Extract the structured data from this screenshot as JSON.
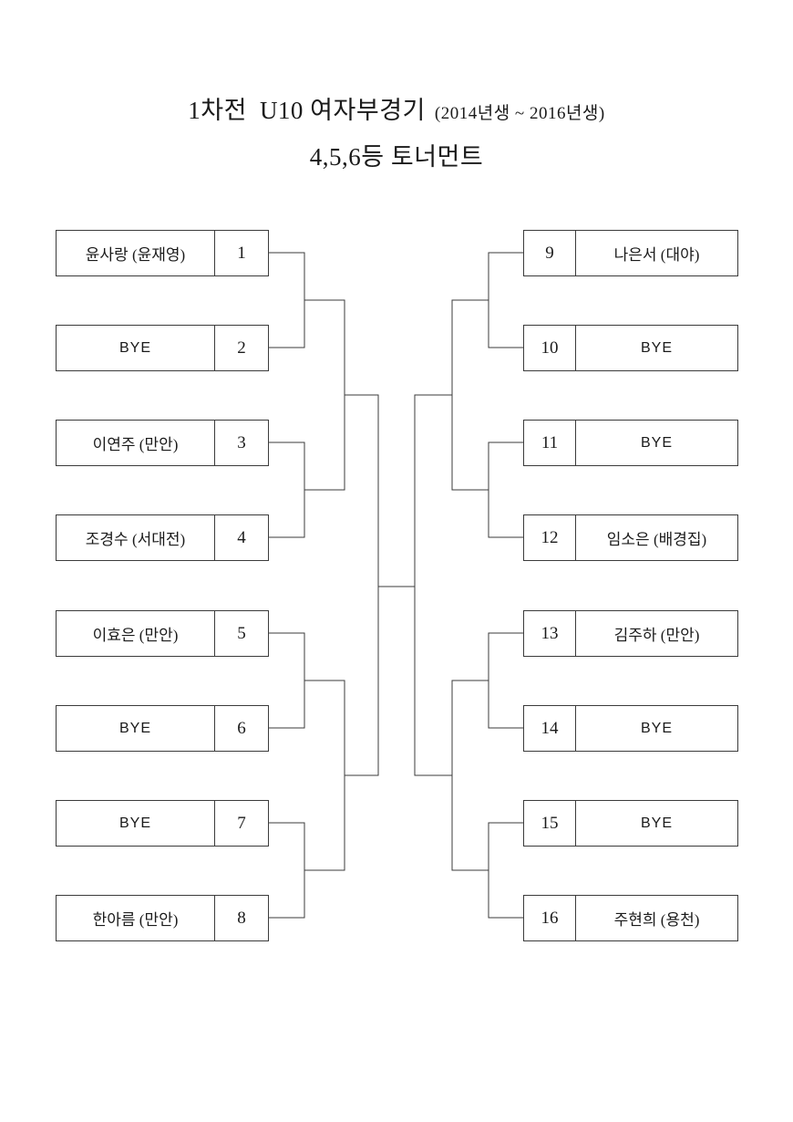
{
  "title": {
    "line1_main": "1차전",
    "line1_division": "U10 여자부경기",
    "line1_sub": "(2014년생 ~ 2016년생)",
    "line2": "4,5,6등 토너먼트"
  },
  "bracket": {
    "type": "single-elimination",
    "rounds": 4,
    "entrant_count": 16,
    "bye_label": "BYE",
    "left_side": [
      {
        "seed": "1",
        "name": "윤사랑 (윤재영)",
        "is_bye": false
      },
      {
        "seed": "2",
        "name": "BYE",
        "is_bye": true
      },
      {
        "seed": "3",
        "name": "이연주 (만안)",
        "is_bye": false
      },
      {
        "seed": "4",
        "name": "조경수 (서대전)",
        "is_bye": false
      },
      {
        "seed": "5",
        "name": "이효은 (만안)",
        "is_bye": false
      },
      {
        "seed": "6",
        "name": "BYE",
        "is_bye": true
      },
      {
        "seed": "7",
        "name": "BYE",
        "is_bye": true
      },
      {
        "seed": "8",
        "name": "한아름 (만안)",
        "is_bye": false
      }
    ],
    "right_side": [
      {
        "seed": "9",
        "name": "나은서 (대야)",
        "is_bye": false
      },
      {
        "seed": "10",
        "name": "BYE",
        "is_bye": true
      },
      {
        "seed": "11",
        "name": "BYE",
        "is_bye": true
      },
      {
        "seed": "12",
        "name": "임소은 (배경집)",
        "is_bye": false
      },
      {
        "seed": "13",
        "name": "김주하 (만안)",
        "is_bye": false
      },
      {
        "seed": "14",
        "name": "BYE",
        "is_bye": true
      },
      {
        "seed": "15",
        "name": "BYE",
        "is_bye": true
      },
      {
        "seed": "16",
        "name": "주현희 (용천)",
        "is_bye": false
      }
    ]
  },
  "colors": {
    "line": "#3b3b3b",
    "text": "#1a1a1a",
    "background": "#ffffff"
  }
}
